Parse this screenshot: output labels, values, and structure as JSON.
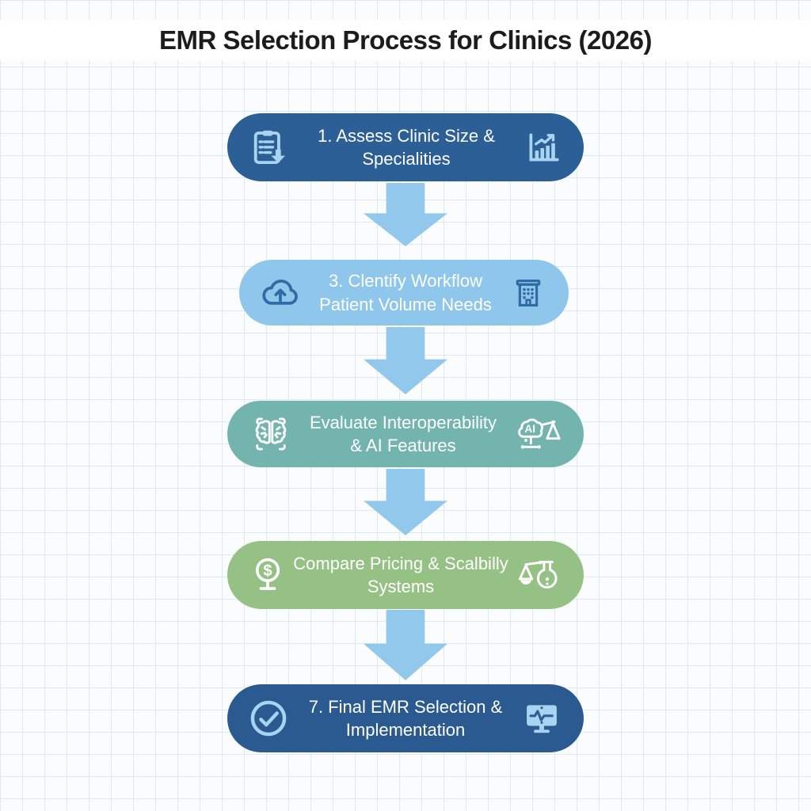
{
  "title": "EMR Selection Process for Clinics (2026)",
  "colors": {
    "background": "#fbfcfd",
    "grid_line": "#dce9f2",
    "arrow": "#93c8ed",
    "title_text": "#1c1c1c",
    "dark_accent": "#2d5f97"
  },
  "steps": [
    {
      "label": "1. Assess Clinic Size &\nSpecialities",
      "bg": "#2d5f97",
      "text_color": "#ffffff",
      "icon_color": "#a9d4f1",
      "left_icon": "clipboard-checklist-icon",
      "right_icon": "bar-chart-growth-icon"
    },
    {
      "label": "3. Clentify Workflow\nPatient Volume Needs",
      "bg": "#8fc6eb",
      "text_color": "#ffffff",
      "icon_color": "#2f6ba4",
      "left_icon": "cloud-upload-icon",
      "right_icon": "building-icon"
    },
    {
      "label": "Evaluate Interoperability\n& AI Features",
      "bg": "#73b5ae",
      "text_color": "#ffffff",
      "icon_color": "#ffffff",
      "left_icon": "brain-scan-icon",
      "right_icon": "ai-cloud-scale-icon",
      "right_icon_text": "AI"
    },
    {
      "label": "Compare Pricing & Scalbilly\nSystems",
      "bg": "#96c185",
      "text_color": "#ffffff",
      "icon_color": "#ffffff",
      "left_icon": "dollar-sign-stand-icon",
      "left_icon_text": "$",
      "right_icon": "scale-flask-icon"
    },
    {
      "label": "7. Final EMR Selection &\nImplementation",
      "bg": "#2b5a90",
      "text_color": "#ffffff",
      "icon_color": "#a9d4f1",
      "left_icon": "check-circle-icon",
      "right_icon": "monitor-pulse-icon"
    }
  ]
}
